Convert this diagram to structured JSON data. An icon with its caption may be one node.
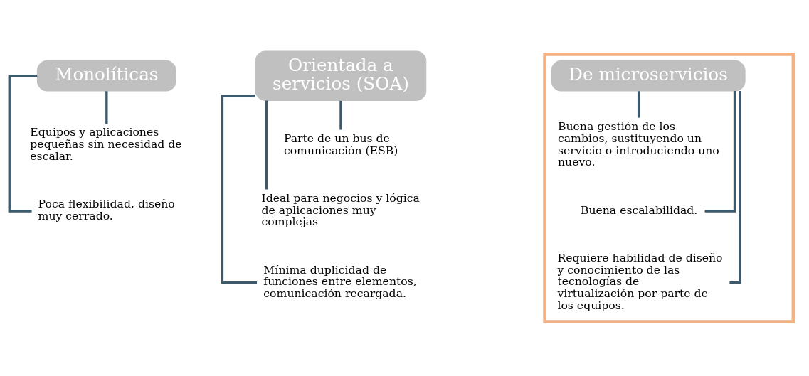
{
  "diagram": {
    "nodes": [
      {
        "text": [
          "Monolíticas"
        ]
      },
      {
        "text": [
          "Equipos y aplicaciones pequeñas sin necesidad de escalar."
        ]
      },
      {
        "text": [
          "Poca flexibilidad, diseño muy cerrado."
        ]
      },
      {
        "text": [
          "Orientada a servicios (SOA)"
        ]
      },
      {
        "text": [
          "Parte de un bus de comunicación (ESB)"
        ]
      },
      {
        "text": [
          "Ideal para negocios y lógica de aplicaciones muy complejas"
        ]
      },
      {
        "text": [
          "Mínima duplicidad de funciones entre elementos, comunicación recargada."
        ]
      },
      {
        "text": [],
        "shape": "box"
      },
      {
        "text": [
          "De microservicios"
        ],
        "in": 7
      },
      {
        "text": [
          "Buena gestión de los cambios, sustituyendo un servicio o introduciendo uno nuevo."
        ],
        "in": 7
      },
      {
        "text": [
          "Buena escalabilidad."
        ],
        "in": 7
      },
      {
        "text": [
          "Requiere habilidad de diseño y conocimiento de las tecnologías de virtualización por parte de los equipos."
        ],
        "in": 7
      }
    ],
    "edges": [
      {
        "from": 0,
        "to": 1,
        "arrow": "none"
      },
      {
        "from": 0,
        "to": 2,
        "arrow": "none"
      },
      {
        "from": 3,
        "to": 4,
        "arrow": "none"
      },
      {
        "from": 3,
        "to": 5,
        "arrow": "none"
      },
      {
        "from": 3,
        "to": 6,
        "arrow": "none"
      },
      {
        "from": 8,
        "to": 9,
        "arrow": "none"
      },
      {
        "from": 8,
        "to": 10,
        "arrow": "none"
      },
      {
        "from": 8,
        "to": 11,
        "arrow": "none"
      }
    ]
  }
}
